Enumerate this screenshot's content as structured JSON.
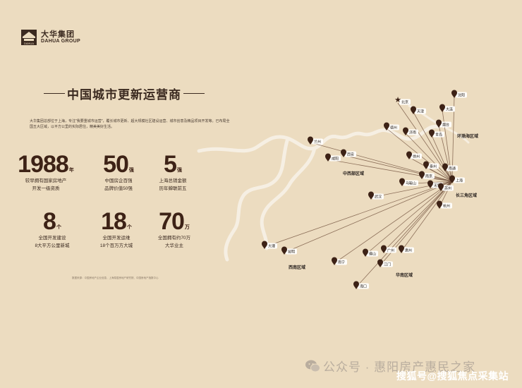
{
  "brand": {
    "name_cn": "大华集团",
    "name_en": "DAHUA GROUP",
    "seal_text": "DAHUA"
  },
  "headline": "中国城市更新运营商",
  "intro": "大华集团总部位于上海，专注\"我要重城市运营\"，覆长城市更新、超大规模社区建设运营、城市创意及精品项目开发等。已布局全国五大区域，以平方公里的实际居住，精美美好生活。",
  "stats": [
    {
      "number": "1988",
      "unit": "年",
      "lines": [
        "较早拥有国家房地产",
        "开发一级资质"
      ]
    },
    {
      "number": "50",
      "unit": "强",
      "lines": [
        "中国房企百强",
        "品牌价值50强"
      ]
    },
    {
      "number": "5",
      "unit": "强",
      "lines": [
        "上海总销金额",
        "历年蝉联前五"
      ]
    },
    {
      "number": "8",
      "unit": "个",
      "lines": [
        "全国开发建设",
        "8大平方公里新城"
      ]
    },
    {
      "number": "18",
      "unit": "个",
      "lines": [
        "全国开发运维",
        "18个百万方大城"
      ]
    },
    {
      "number": "70",
      "unit": "万",
      "lines": [
        "全国拥有约70万",
        "大华业主"
      ]
    }
  ],
  "source_note": "数据来源：中国房地产企业信息、上海易居房地产研究院、中国房地产指数中心",
  "map": {
    "hub": "上海",
    "cities": [
      "北京",
      "沈阳",
      "天津",
      "大连",
      "烟台",
      "德州",
      "济南",
      "青岛",
      "兰州",
      "西安",
      "咸阳",
      "徐州",
      "泰州",
      "南通",
      "南京",
      "上海",
      "马鞍山",
      "无锡",
      "苏州",
      "武汉",
      "杭州",
      "大理",
      "昆明",
      "南宁",
      "佛山",
      "广州",
      "惠州",
      "江门",
      "海口"
    ],
    "regions": [
      "环渤海区域",
      "中西部区域",
      "长三角区域",
      "西南区域",
      "华南区域"
    ]
  },
  "watermarks": {
    "wechat": "公众号 · 惠阳房产惠民之家",
    "sohu": "搜狐号@搜狐焦点采集站"
  }
}
